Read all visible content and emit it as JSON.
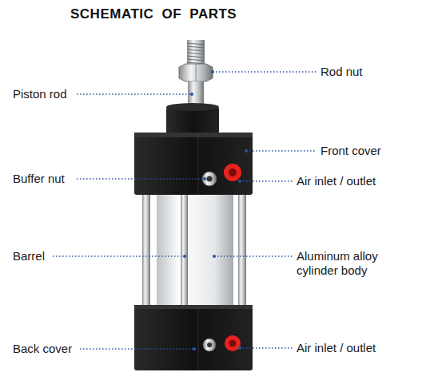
{
  "diagram": {
    "title": "SCHEMATIC OF PARTS",
    "labels": [
      "Rod nut",
      "Piston rod",
      "Front cover",
      "Buffer nut",
      "Air inlet / outlet",
      "Barrel",
      "Aluminum alloy cylinder body",
      "Back cover",
      "Air inlet / outlet"
    ]
  }
}
